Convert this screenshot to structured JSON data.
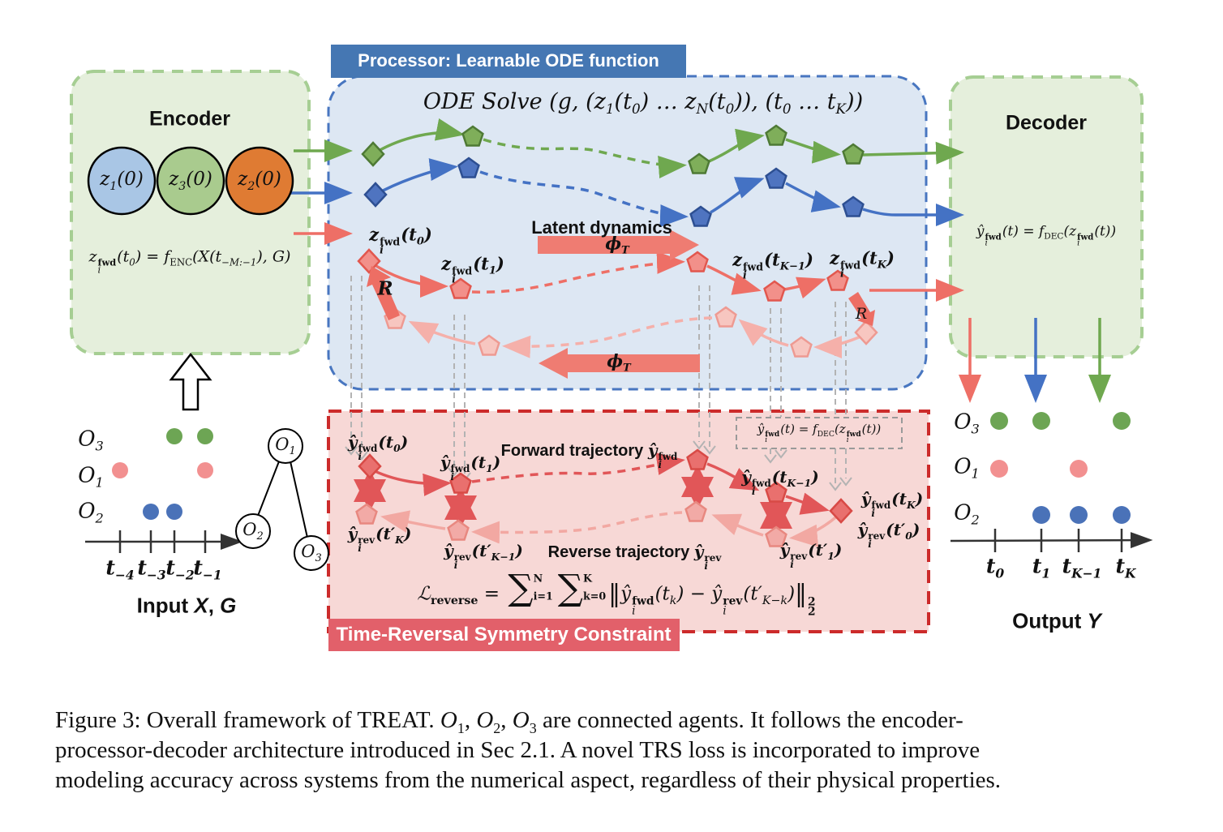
{
  "palette": {
    "box_green_fill": "#e5efdc",
    "box_green_border": "#a6ce93",
    "box_blue_fill": "#dde7f3",
    "box_blue_border": "#4876c0",
    "banner_blue": "#4577b3",
    "banner_red": "#e2606a",
    "box_red_fill": "#f7d8d6",
    "box_red_border": "#cc2b2b",
    "traj_green": "#6fa84f",
    "traj_blue": "#4472c4",
    "traj_red": "#ee6f66",
    "traj_red_light": "#f5b0aa",
    "node_blue": "#a9c6e5",
    "node_green": "#a9cb8e",
    "node_orange": "#df7b33",
    "dot_green": "#6da554",
    "dot_pink": "#f29090",
    "dot_blue": "#4a72b8"
  },
  "encoder": {
    "title": "Encoder",
    "nodes": [
      {
        "label": "z<sub>1</sub>(0)",
        "color": "#a9c6e5"
      },
      {
        "label": "z<sub>3</sub>(0)",
        "color": "#a9cb8e"
      },
      {
        "label": "z<sub>2</sub>(0)",
        "color": "#df7b33"
      }
    ],
    "formula": "z<span class='ss'><span class='up mb'>fwd</span><span>i</span></span>(t<sub>0</sub>) = f<sub class='up'>ENC</sub>(X(t<sub>−M:−1</sub>), <i>G</i>)"
  },
  "processor": {
    "banner": "Processor: Learnable ODE function",
    "ode_formula": "ODE Solve (g, (z<sub>1</sub>(t<sub>0</sub>) … z<sub>N</sub>(t<sub>0</sub>)), (t<sub>0</sub> … t<sub>K</sub>))",
    "latent_label": "Latent dynamics",
    "phi": "ϕ<sub>T</sub>",
    "reversal_op": "R",
    "z_fwd_t0": "z<span class='ss'><span class='up mb'>fwd</span><span>i</span></span>(t<sub>0</sub>)",
    "z_fwd_t1": "z<span class='ss'><span class='up mb'>fwd</span><span>i</span></span>(t<sub>1</sub>)",
    "z_fwd_tk1": "z<span class='ss'><span class='up mb'>fwd</span><span>i</span></span>(t<sub>K−1</sub>)",
    "z_fwd_tk": "z<span class='ss'><span class='up mb'>fwd</span><span>i</span></span>(t<sub>K</sub>)"
  },
  "decoder": {
    "title": "Decoder",
    "formula": "ŷ<span class='ss'><span class='up mb'>fwd</span><span>i</span></span>(t) = f<sub class='up'>DEC</sub>(z<span class='ss'><span class='up mb'>fwd</span><span>i</span></span>(t))"
  },
  "trs": {
    "banner": "Time-Reversal Symmetry Constraint",
    "forward_label": "Forward trajectory <span class='math'>ŷ<span class='ss'><span class='up'>fwd</span><span>i</span></span></span>",
    "reverse_label": "Reverse trajectory <span class='math'>ŷ<span class='ss'><span class='up'>rev</span><span>i</span></span></span>",
    "dec_formula": "ŷ<span class='ss'><span class='up mb'>fwd</span><span>i</span></span>(t) = f<sub class='up'>DEC</sub>(z<span class='ss'><span class='up mb'>fwd</span><span>i</span></span>(t))",
    "y_fwd_t0": "ŷ<span class='ss'><span class='up mb'>fwd</span><span>i</span></span>(t<sub>0</sub>)",
    "y_fwd_t1": "ŷ<span class='ss'><span class='up mb'>fwd</span><span>i</span></span>(t<sub>1</sub>)",
    "y_fwd_tk1": "ŷ<span class='ss'><span class='up mb'>fwd</span><span>i</span></span>(t<sub>K−1</sub>)",
    "y_fwd_tk": "ŷ<span class='ss'><span class='up mb'>fwd</span><span>i</span></span>(t<sub>K</sub>)",
    "y_rev_tk": "ŷ<span class='ss'><span class='up mb'>rev</span><span>i</span></span>(t′<sub>K</sub>)",
    "y_rev_tk1": "ŷ<span class='ss'><span class='up mb'>rev</span><span>i</span></span>(t′<sub>K−1</sub>)",
    "y_rev_t1": "ŷ<span class='ss'><span class='up mb'>rev</span><span>i</span></span>(t′<sub>1</sub>)",
    "y_rev_t0": "ŷ<span class='ss'><span class='up mb'>rev</span><span>i</span></span>(t′<sub>0</sub>)",
    "loss_formula": "ℒ<sub class='up mb'>reverse</sub> = <span class='bigop'><span class='sg'>∑</span><span class='oplim'><span>N</span><span>i=1</span></span></span><span class='bigop'><span class='sg'>∑</span><span class='oplim'><span>K</span><span>k=0</span></span></span><span class='norm'>‖</span>ŷ<span class='ss'><span class='up mb'>fwd</span><span>i</span></span>(t<sub>k</sub>) − ŷ<span class='ss'><span class='up mb'>rev</span><span>i</span></span>(t′<sub>K−k</sub>)<span class='norm'>‖</span><span class='ss2'><span>2</span><span>2</span></span>"
  },
  "input": {
    "caption": "Input <i>X</i>, <i>G</i>",
    "row_labels": [
      "O<sub>3</sub>",
      "O<sub>1</sub>",
      "O<sub>2</sub>"
    ],
    "tick_labels": [
      "t<sub>−4</sub>",
      "t<sub>−3</sub>",
      "t<sub>−2</sub>",
      "t<sub>−1</sub>"
    ],
    "observations": {
      "O3": [
        "t-2",
        "t-1"
      ],
      "O1": [
        "t-4",
        "t-1"
      ],
      "O2": [
        "t-3",
        "t-2"
      ]
    },
    "graph_nodes": [
      "O<sub>1</sub>",
      "O<sub>2</sub>",
      "O<sub>3</sub>"
    ],
    "graph_edges": [
      "O1-O2",
      "O1-O3"
    ]
  },
  "output": {
    "caption": "Output <i>Y</i>",
    "row_labels": [
      "O<sub>3</sub>",
      "O<sub>1</sub>",
      "O<sub>2</sub>"
    ],
    "tick_labels": [
      "t<sub>0</sub>",
      "t<sub>1</sub>",
      "t<sub>K−1</sub>",
      "t<sub>K</sub>"
    ],
    "observations": {
      "O3": [
        "t0",
        "t1",
        "tK"
      ],
      "O1": [
        "t0",
        "tK-1"
      ],
      "O2": [
        "t1",
        "tK-1",
        "tK"
      ]
    }
  },
  "caption": {
    "line1": "Figure 3: Overall framework of TREAT. <i>O</i><sub>1</sub>, <i>O</i><sub>2</sub>, <i>O</i><sub>3</sub> are connected agents. It follows the encoder-",
    "line2": "processor-decoder architecture introduced in Sec 2.1. A novel TRS loss is incorporated to improve",
    "line3": "modeling accuracy across systems from the numerical aspect, regardless of their physical properties."
  }
}
